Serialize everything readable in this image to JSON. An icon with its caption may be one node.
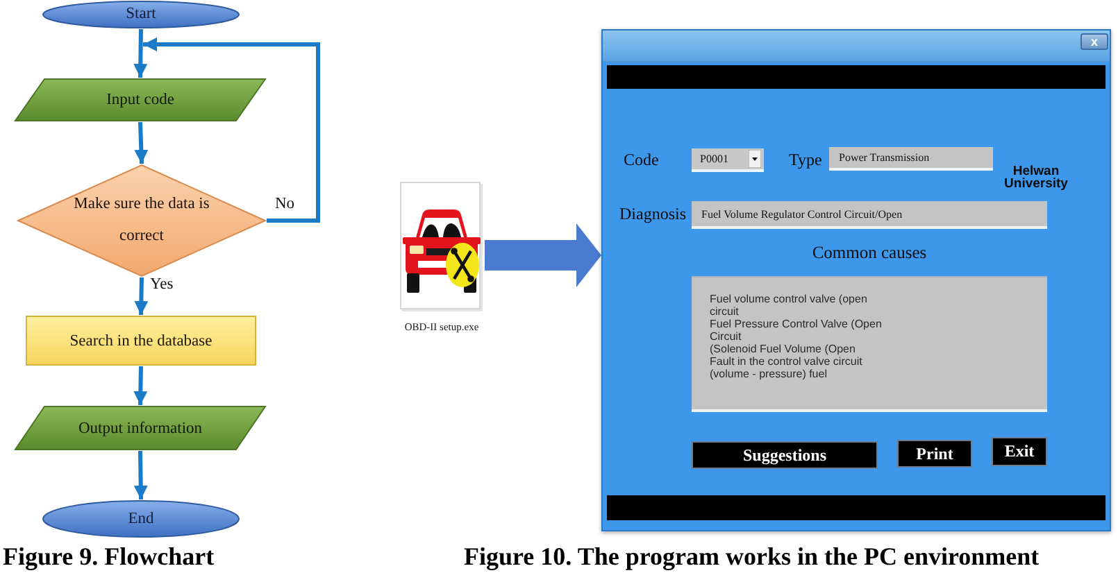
{
  "diagram": {
    "nodes": [
      {
        "text": [
          "Start"
        ]
      },
      {
        "text": [
          "Input code"
        ]
      },
      {
        "text": [
          "Make sure the data is correct"
        ]
      },
      {
        "text": [
          "Search in the database"
        ]
      },
      {
        "text": [
          "Output information"
        ]
      },
      {
        "text": [
          "End"
        ]
      },
      {
        "text": [
          "OBD-II setup.exe"
        ]
      },
      {
        "text": [
          "Code",
          "Type",
          "Helwan University",
          "Diagnosis",
          "Common causes"
        ]
      },
      {
        "text": [
          "x"
        ],
        "in": 7
      },
      {
        "text": [
          "P0001"
        ],
        "in": 7
      },
      {
        "text": [
          "Power Transmission"
        ],
        "in": 7
      },
      {
        "text": [
          "Fuel Volume Regulator Control Circuit/Open"
        ],
        "in": 7
      },
      {
        "text": [
          "Fuel volume control valve (open circuit",
          "Fuel Pressure Control Valve (Open Circuit",
          "(Solenoid Fuel Volume (Open",
          "Fault in the control valve circuit",
          "(volume - pressure) fuel"
        ],
        "in": 7
      },
      {
        "text": [
          "Suggestions"
        ],
        "in": 7
      },
      {
        "text": [
          "Print"
        ],
        "in": 7
      },
      {
        "text": [
          "Exit"
        ],
        "in": 7
      }
    ],
    "edges": [
      {
        "from": 0,
        "to": 1,
        "arrow": "to"
      },
      {
        "from": 1,
        "to": 2,
        "arrow": "to"
      },
      {
        "from": 2,
        "to": 3,
        "arrow": "to",
        "label": "Yes"
      },
      {
        "from": 2,
        "to": 1,
        "arrow": "to",
        "label": "No"
      },
      {
        "from": 3,
        "to": 4,
        "arrow": "to"
      },
      {
        "from": 4,
        "to": 5,
        "arrow": "to"
      },
      {
        "from": 6,
        "to": 7,
        "arrow": "to",
        "style": "thick",
        "color": "#4a7bd0"
      }
    ],
    "labels": [
      "Figure 9. Flowchart",
      "Figure 10. The program works in the PC environment"
    ]
  }
}
